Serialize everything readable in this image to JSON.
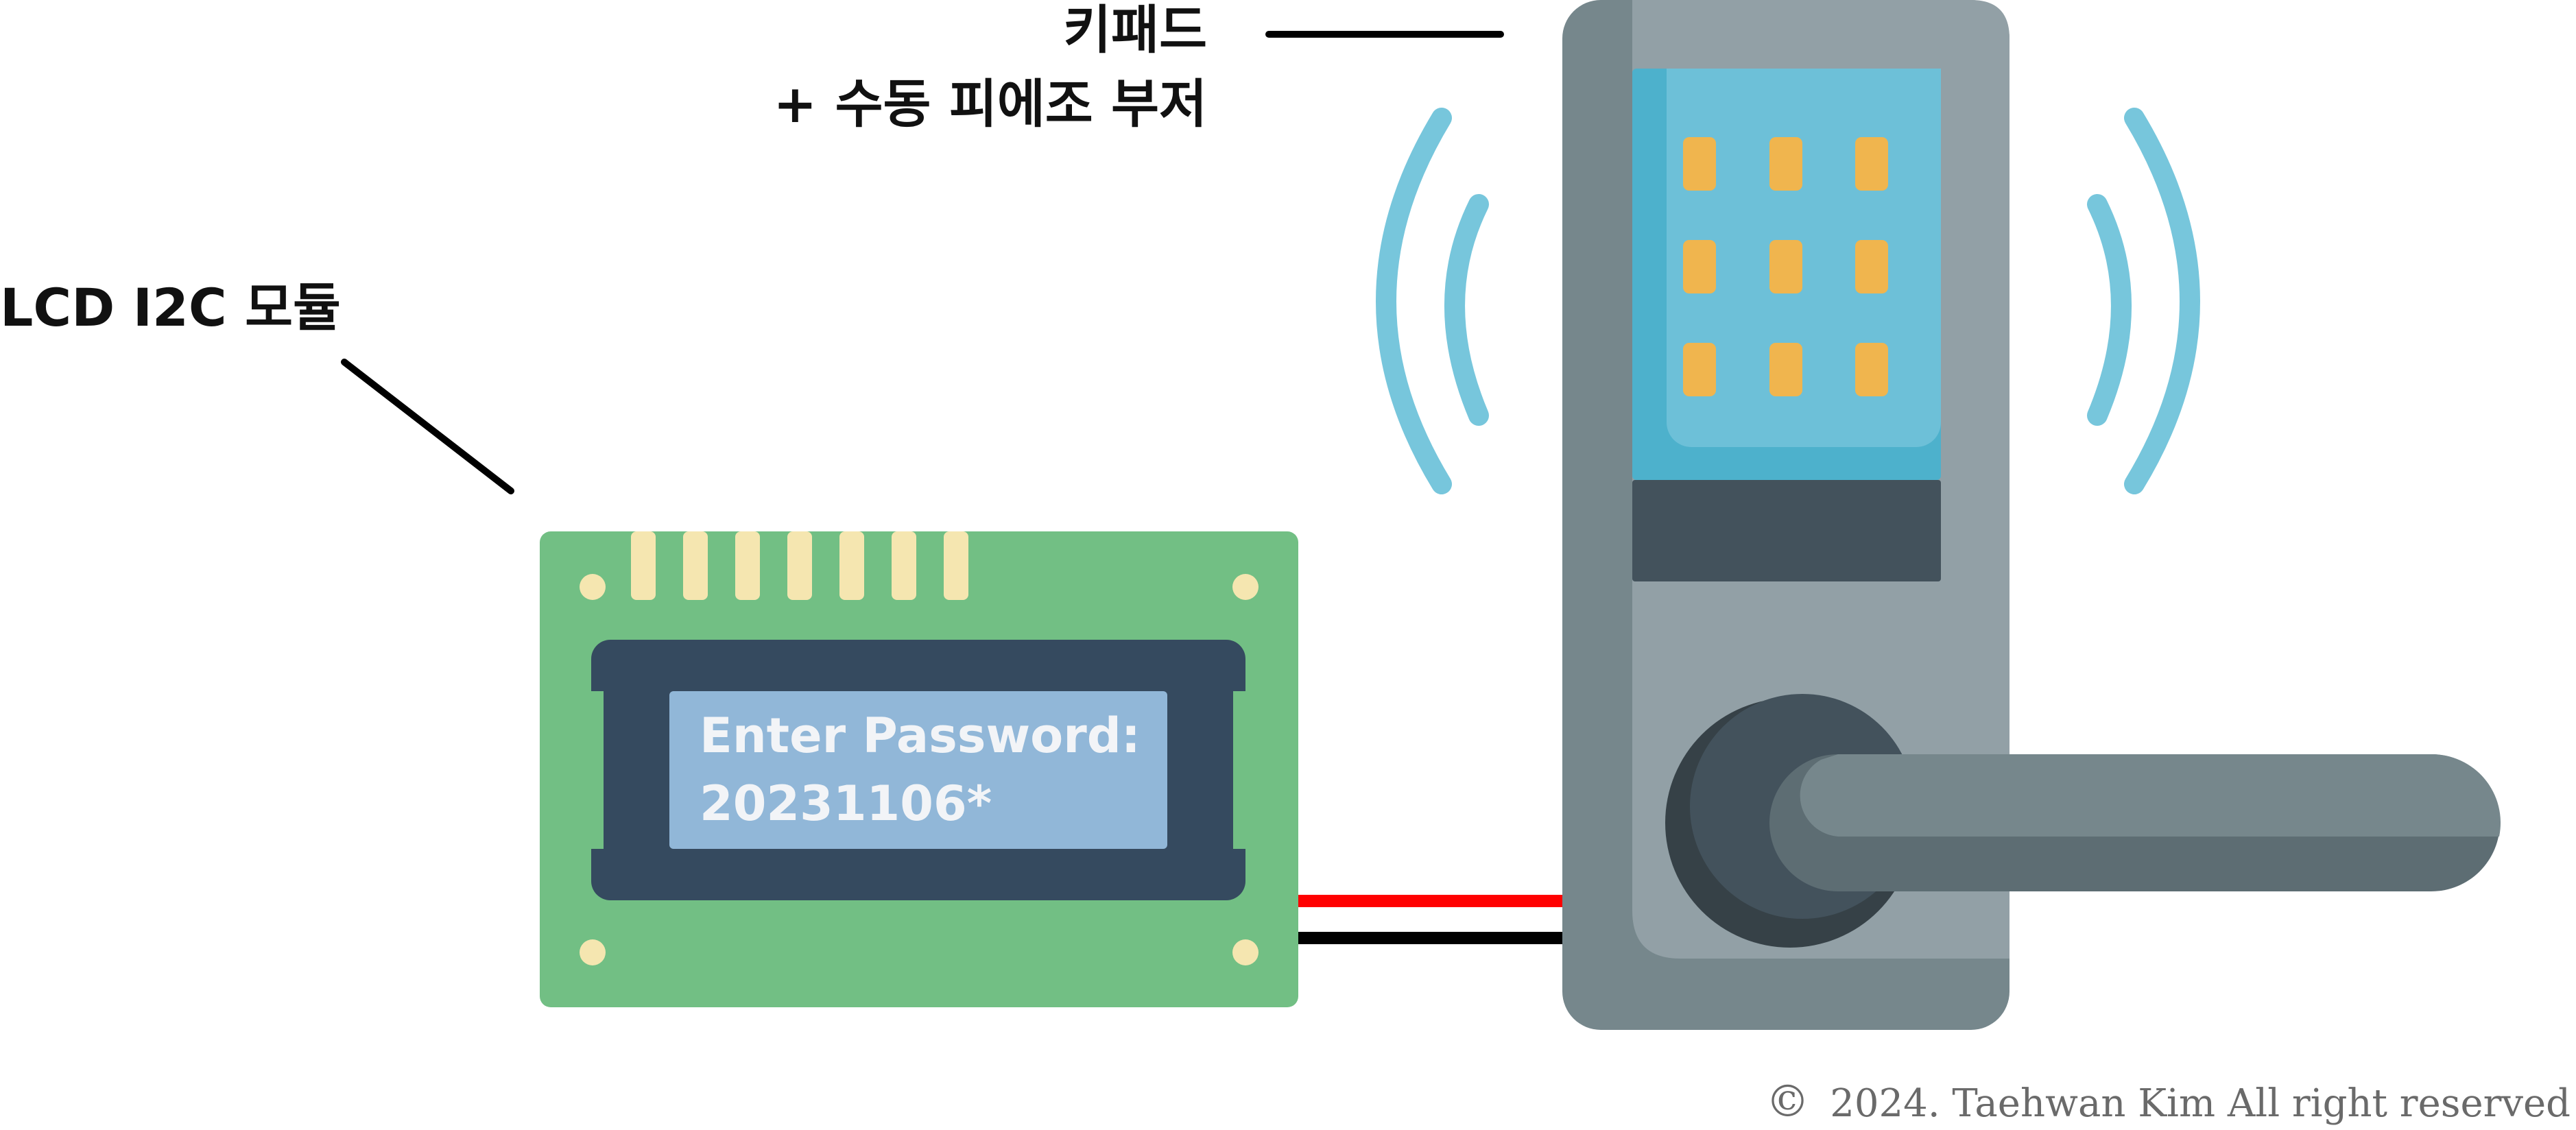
{
  "labels": {
    "keypad_line1": "키패드",
    "keypad_line2": "+ 수동 피에조 부저",
    "lcd_module": "LCD I2C 모듈"
  },
  "lcd_screen": {
    "line1": "Enter Password:",
    "line2": "20231106*"
  },
  "keypad": {
    "button_rows": 3,
    "button_cols": 3
  },
  "copyright": {
    "symbol": "©",
    "text": "2024. Taehwan Kim All right reserved"
  },
  "colors": {
    "pcb": "#72bf84",
    "pin": "#f5e6b0",
    "lcd_frame": "#354a5f",
    "lcd_screen": "#91b7d8",
    "lock_body": "#92a0a6",
    "lock_edge": "#76878c",
    "keypad_panel": "#6dc0d8",
    "keypad_button": "#f0b54e",
    "signal_wave": "#77c6dc",
    "wire_red": "#ff0000",
    "wire_black": "#000000"
  }
}
